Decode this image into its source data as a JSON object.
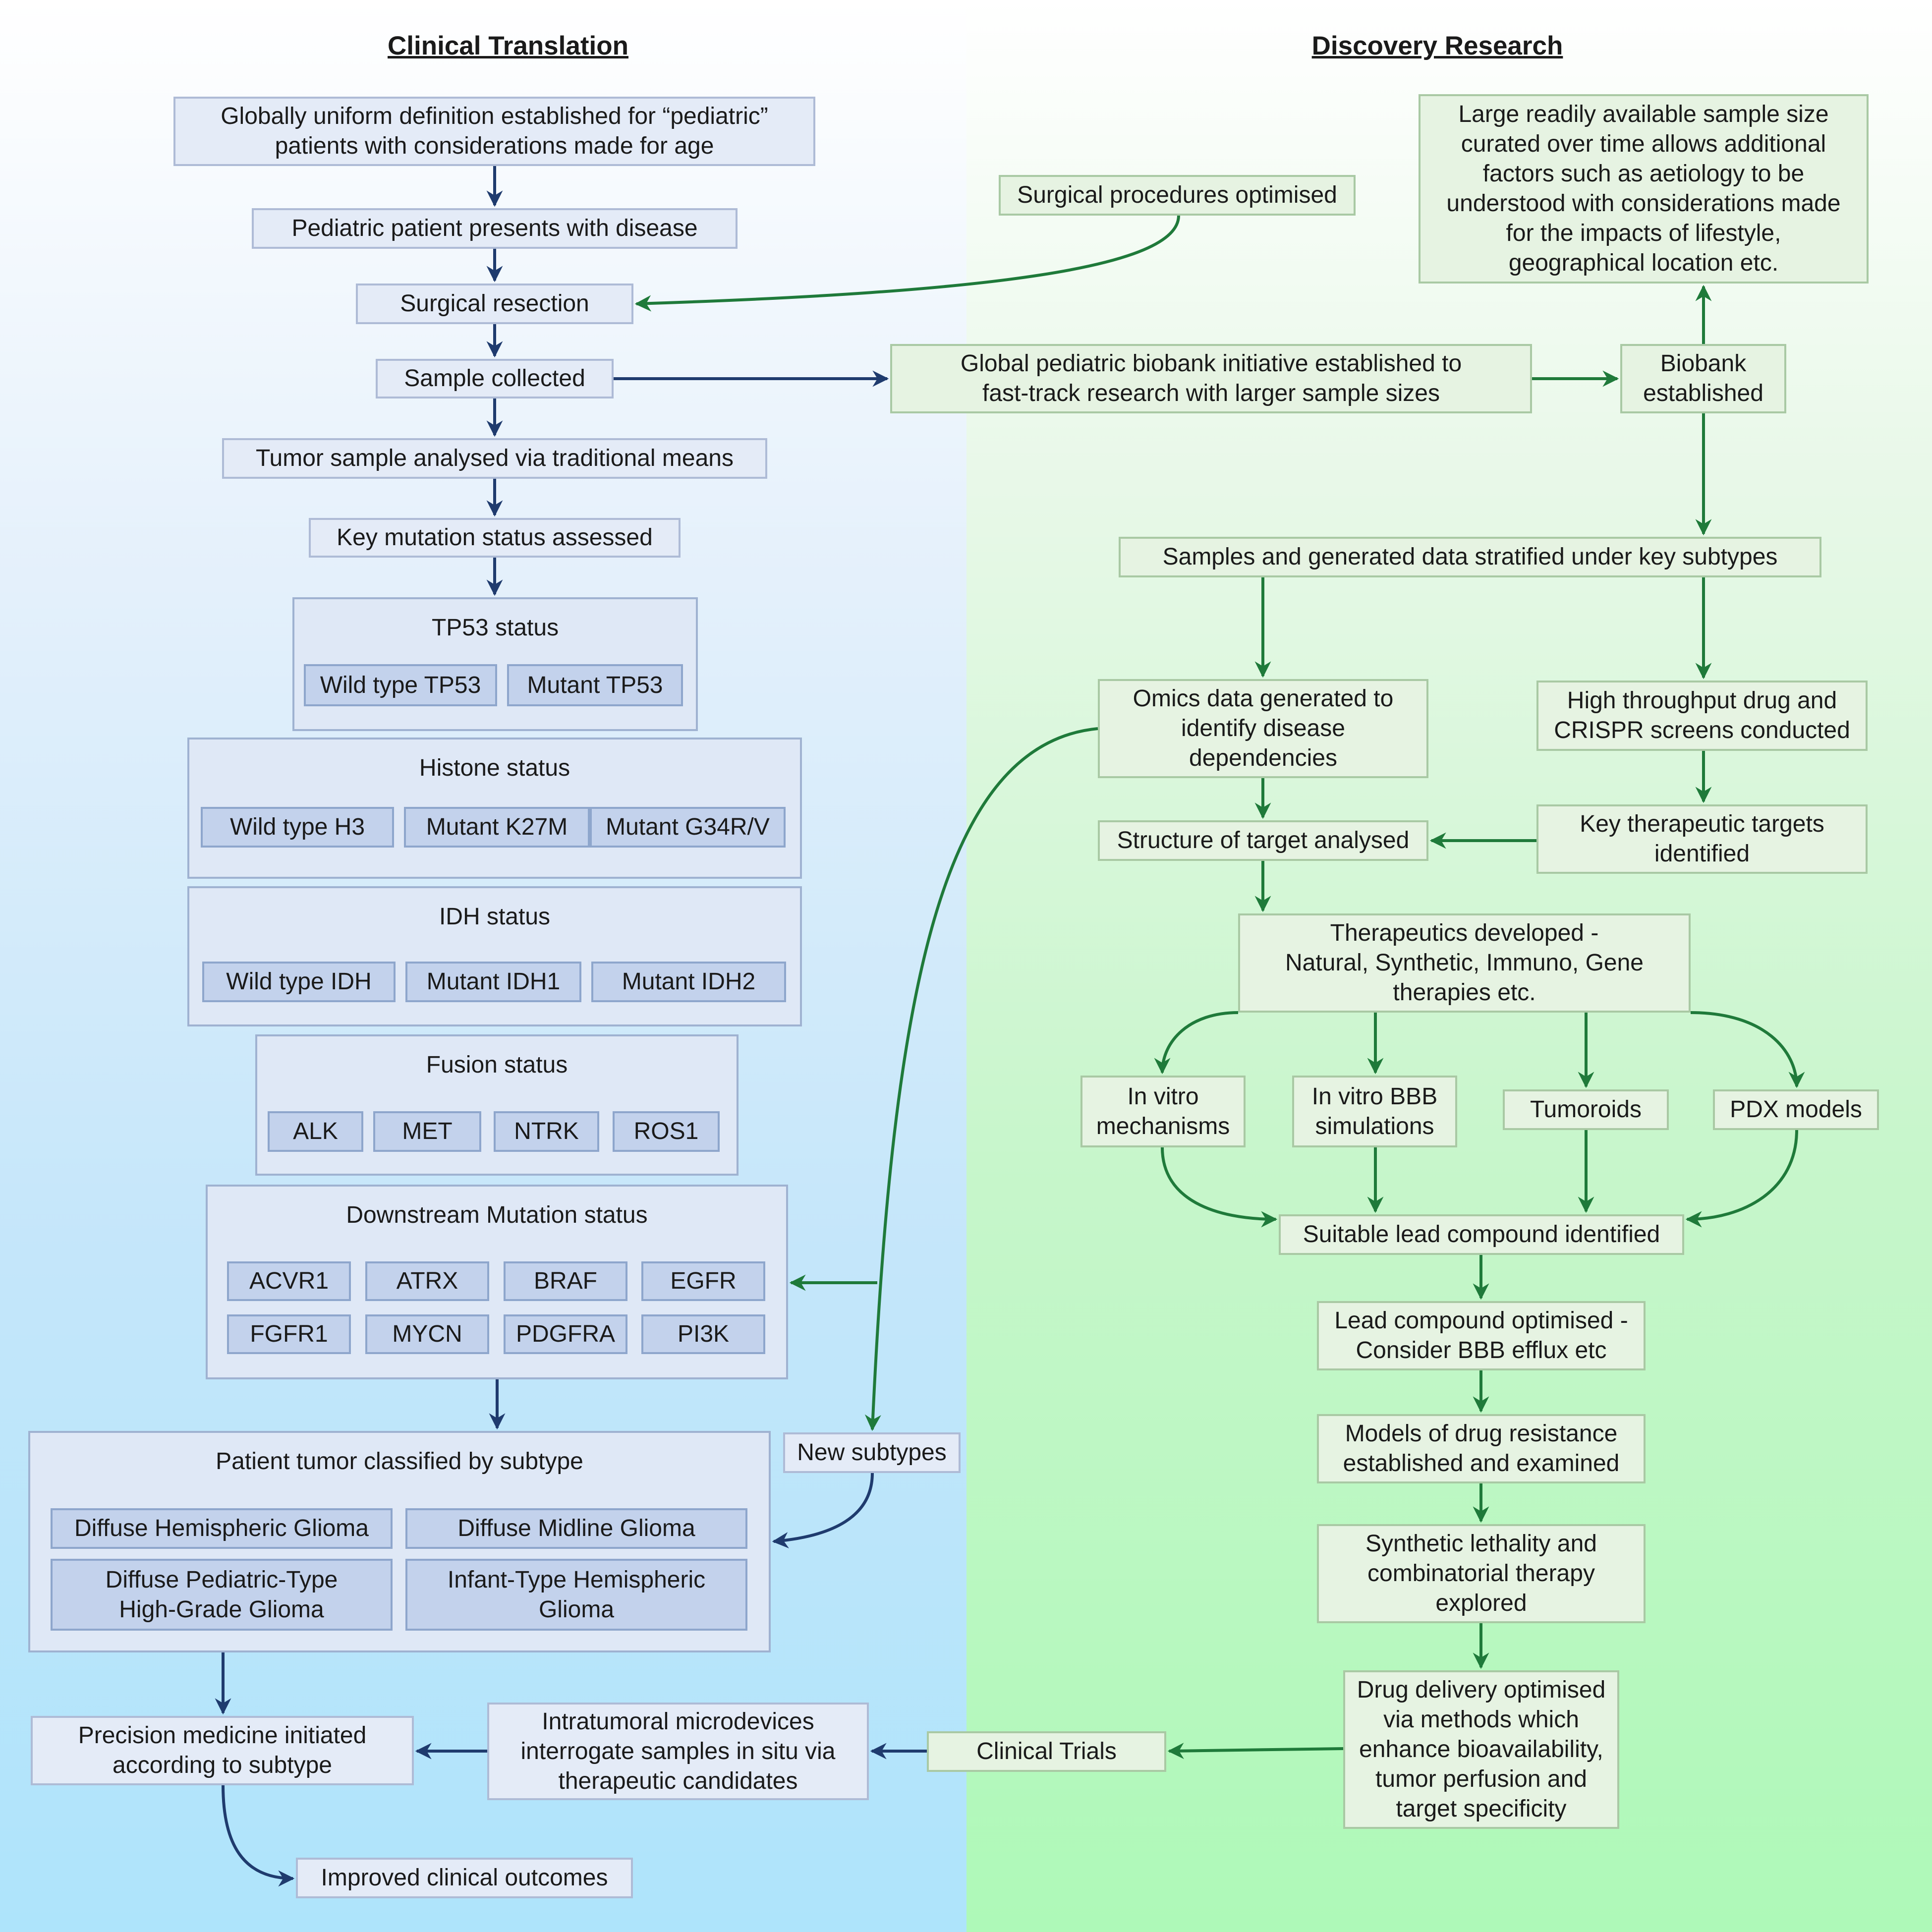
{
  "headers": {
    "left": "Clinical Translation",
    "right": "Discovery Research"
  },
  "colors": {
    "blue_arrow": "#1f3b6e",
    "green_arrow": "#1f7a3a"
  },
  "clinical": {
    "definition": "Globally uniform definition established for “pediatric”\npatients with considerations made for age",
    "presents": "Pediatric patient presents with disease",
    "resection": "Surgical resection",
    "sample": "Sample collected",
    "traditional": "Tumor sample analysed via traditional means",
    "key_mutation": "Key mutation status assessed",
    "tp53": {
      "title": "TP53 status",
      "items": [
        "Wild type TP53",
        "Mutant TP53"
      ]
    },
    "histone": {
      "title": "Histone status",
      "items": [
        "Wild type H3",
        "Mutant K27M",
        "Mutant G34R/V"
      ]
    },
    "idh": {
      "title": "IDH status",
      "items": [
        "Wild type IDH",
        "Mutant IDH1",
        "Mutant IDH2"
      ]
    },
    "fusion": {
      "title": "Fusion status",
      "items": [
        "ALK",
        "MET",
        "NTRK",
        "ROS1"
      ]
    },
    "downstream": {
      "title": "Downstream Mutation status",
      "items": [
        "ACVR1",
        "ATRX",
        "BRAF",
        "EGFR",
        "FGFR1",
        "MYCN",
        "PDGFRA",
        "PI3K"
      ]
    },
    "classified": {
      "title": "Patient tumor classified by subtype",
      "items": [
        "Diffuse Hemispheric Glioma",
        "Diffuse Midline Glioma",
        "Diffuse Pediatric-Type\nHigh-Grade Glioma",
        "Infant-Type Hemispheric\nGlioma"
      ]
    },
    "new_subtypes": "New subtypes",
    "precision": "Precision medicine initiated\naccording to subtype",
    "microdevices": "Intratumoral microdevices\ninterrogate samples in situ via\ntherapeutic candidates",
    "outcomes": "Improved clinical outcomes"
  },
  "discovery": {
    "surgical_opt": "Surgical procedures optimised",
    "large_sample": "Large readily available sample size\ncurated over time allows additional\nfactors such as aetiology to be\nunderstood with considerations made\nfor the impacts of lifestyle,\ngeographical location etc.",
    "global_biobank": "Global pediatric biobank initiative established to\nfast-track research with larger sample sizes",
    "biobank": "Biobank\nestablished",
    "stratified": "Samples and generated data stratified under key subtypes",
    "omics": "Omics data generated to\nidentify disease\ndependencies",
    "high_throughput": "High throughput drug and\nCRISPR screens conducted",
    "key_targets": "Key therapeutic targets\nidentified",
    "structure": "Structure of target analysed",
    "therapeutics": "Therapeutics developed -\nNatural, Synthetic, Immuno, Gene\ntherapies etc.",
    "in_vitro": "In vitro\nmechanisms",
    "bbb": "In vitro BBB\nsimulations",
    "tumoroids": "Tumoroids",
    "pdx": "PDX models",
    "lead": "Suitable lead compound identified",
    "lead_opt": "Lead compound optimised -\nConsider BBB efflux etc",
    "resistance": "Models of drug resistance\nestablished and examined",
    "synthetic": "Synthetic lethality and\ncombinatorial therapy\nexplored",
    "delivery": "Drug delivery optimised\nvia methods which\nenhance bioavailability,\ntumor perfusion and\ntarget specificity",
    "trials": "Clinical Trials"
  }
}
